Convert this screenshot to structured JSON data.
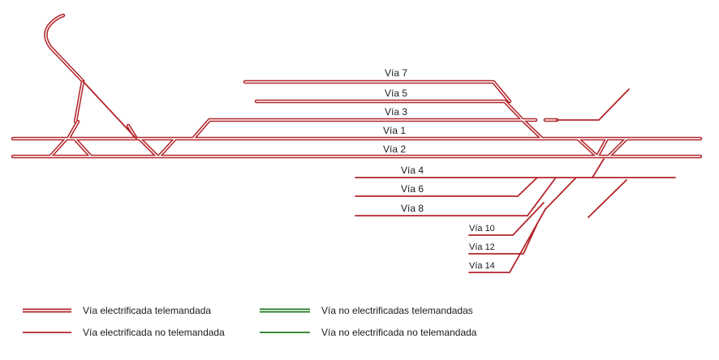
{
  "tracks": {
    "via7": "Vía 7",
    "via5": "Vía 5",
    "via3": "Vía 3",
    "via1": "Vía 1",
    "via2": "Vía 2",
    "via4": "Vía 4",
    "via6": "Vía 6",
    "via8": "Vía 8",
    "via10": "Vía 10",
    "via12": "Vía 12",
    "via14": "Vía 14"
  },
  "legend": {
    "electrified_remote": "Vía electrificada telemandada",
    "non_electrified_remote": "Vía no electrificadas telemandadas",
    "electrified_not_remote": "Vía electrificada no telemandada",
    "non_electrified_not_remote": "Vía no electrificada no telemandada"
  },
  "colors": {
    "electrified": "#b3262b",
    "non_electrified": "#1f7a1f"
  }
}
